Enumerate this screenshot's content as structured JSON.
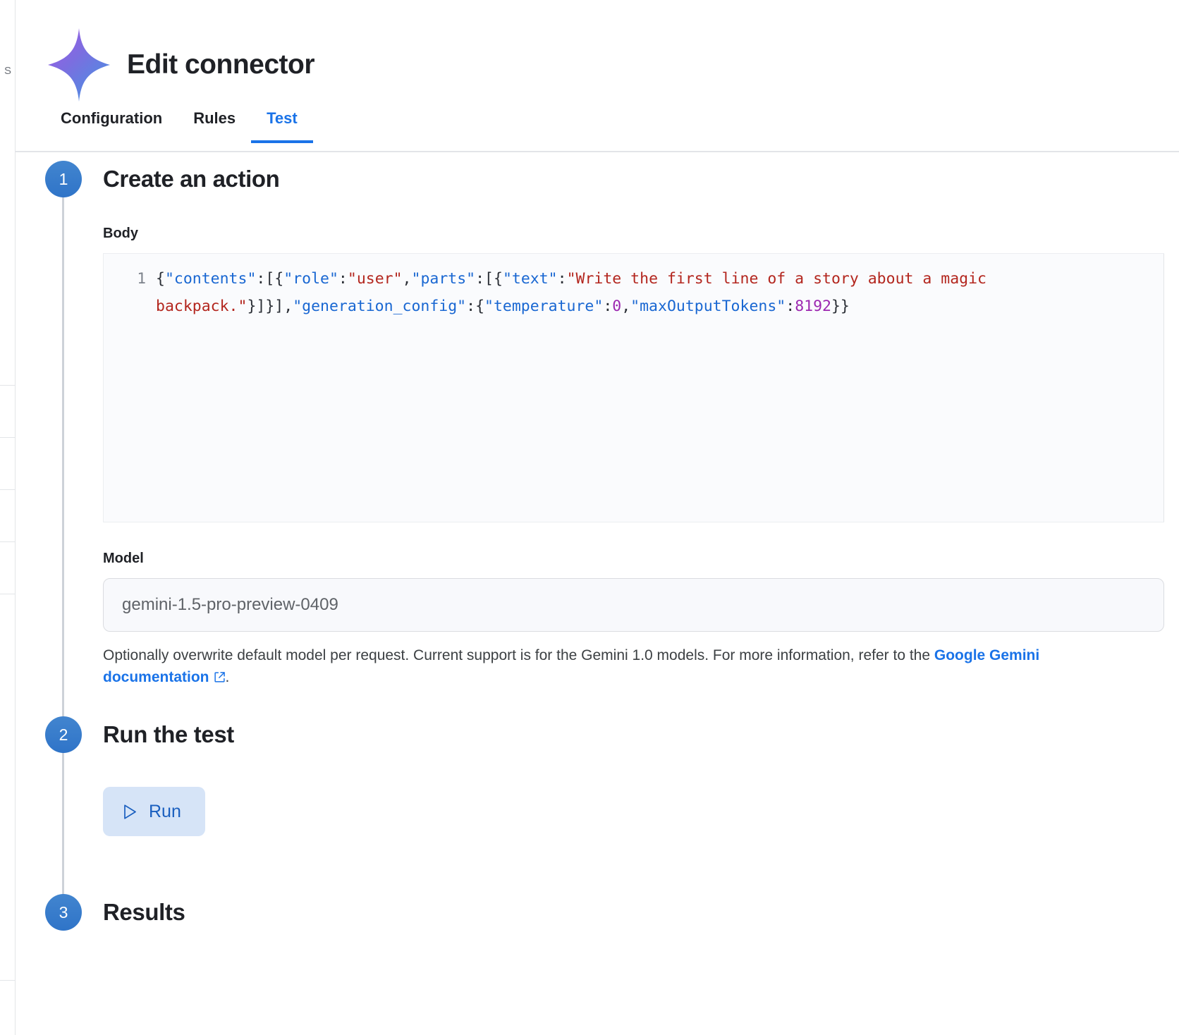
{
  "window": {
    "title": "Edit connector",
    "brand_icon": "gemini-sparkle-icon",
    "edge_ghost_text": "S"
  },
  "tabs": [
    {
      "label": "Configuration",
      "active": false
    },
    {
      "label": "Rules",
      "active": false
    },
    {
      "label": "Test",
      "active": true
    }
  ],
  "steps": [
    {
      "number": "1",
      "title": "Create an action"
    },
    {
      "number": "2",
      "title": "Run the test"
    },
    {
      "number": "3",
      "title": "Results"
    }
  ],
  "body_field": {
    "label": "Body",
    "line_number": "1",
    "code_tokens": [
      {
        "t": "{",
        "c": "punct"
      },
      {
        "t": "\"contents\"",
        "c": "key"
      },
      {
        "t": ":[{",
        "c": "punct"
      },
      {
        "t": "\"role\"",
        "c": "key"
      },
      {
        "t": ":",
        "c": "punct"
      },
      {
        "t": "\"user\"",
        "c": "str"
      },
      {
        "t": ",",
        "c": "punct"
      },
      {
        "t": "\"parts\"",
        "c": "key"
      },
      {
        "t": ":[{",
        "c": "punct"
      },
      {
        "t": "\"text\"",
        "c": "key"
      },
      {
        "t": ":",
        "c": "punct"
      },
      {
        "t": "\"Write the first line of a story about a magic backpack.\"",
        "c": "str"
      },
      {
        "t": "}]}],",
        "c": "punct"
      },
      {
        "t": "\"generation_config\"",
        "c": "key"
      },
      {
        "t": ":{",
        "c": "punct"
      },
      {
        "t": "\"temperature\"",
        "c": "key"
      },
      {
        "t": ":",
        "c": "punct"
      },
      {
        "t": "0",
        "c": "num"
      },
      {
        "t": ",",
        "c": "punct"
      },
      {
        "t": "\"maxOutputTokens\"",
        "c": "key"
      },
      {
        "t": ":",
        "c": "punct"
      },
      {
        "t": "8192",
        "c": "num"
      },
      {
        "t": "}}",
        "c": "punct"
      }
    ],
    "code_plain": "{\"contents\":[{\"role\":\"user\",\"parts\":[{\"text\":\"Write the first line of a story about a magic backpack.\"}]}],\"generation_config\":{\"temperature\":0,\"maxOutputTokens\":8192}}"
  },
  "model_field": {
    "label": "Model",
    "value": "gemini-1.5-pro-preview-0409",
    "placeholder": "gemini-1.5-pro-preview-0409",
    "help_prefix": "Optionally overwrite default model per request. Current support is for the Gemini 1.0 models. For more information, refer to the ",
    "help_link": "Google Gemini documentation",
    "help_suffix": "."
  },
  "run": {
    "label": "Run",
    "icon": "play-icon"
  },
  "colors": {
    "accent_blue": "#1a73e8",
    "step_badge": "#3b7ddd",
    "run_button_bg": "#d6e4f7",
    "run_button_text": "#1a5fbf",
    "code_key": "#1967d2",
    "code_string": "#b3261e",
    "code_number": "#9c27b0",
    "rail": "#cdd2d8"
  }
}
